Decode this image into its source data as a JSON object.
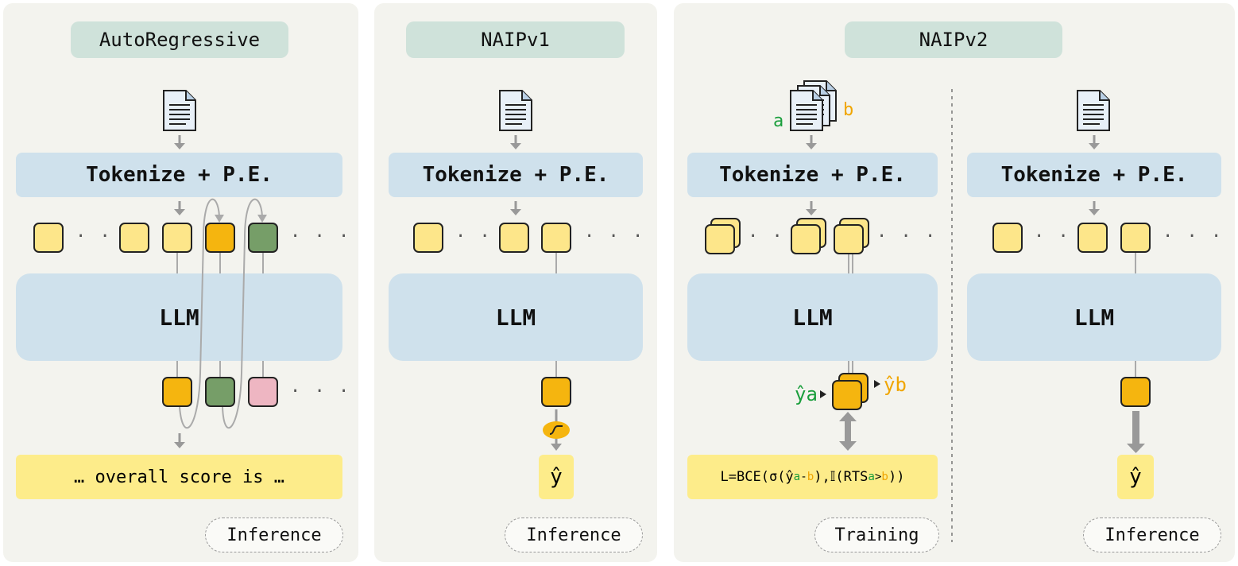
{
  "panels": {
    "autoregressive": {
      "title": "AutoRegressive",
      "tokenize": "Tokenize + P.E.",
      "llm": "LLM",
      "output_text": "… overall score is …",
      "mode": "Inference",
      "dots": "· · ·"
    },
    "naipv1": {
      "title": "NAIPv1",
      "tokenize": "Tokenize + P.E.",
      "llm": "LLM",
      "output": "ŷ",
      "mode": "Inference",
      "dots": "· · ·"
    },
    "naipv2": {
      "title": "NAIPv2",
      "training": {
        "tokenize": "Tokenize + P.E.",
        "llm": "LLM",
        "doc_label_a": "a",
        "doc_label_b": "b",
        "pred_a": "ŷa",
        "pred_b": "ŷb",
        "loss_parts": [
          "L=BCE(σ(ŷ",
          "a",
          "-",
          "b",
          "),𝕀(RTS",
          "a",
          ">",
          "b",
          "))"
        ],
        "mode": "Training",
        "dots": "· · ·"
      },
      "inference": {
        "tokenize": "Tokenize + P.E.",
        "llm": "LLM",
        "output": "ŷ",
        "mode": "Inference",
        "dots": "· · ·"
      }
    }
  },
  "colors": {
    "panel": "#f3f3ee",
    "title_pill": "#cfe2da",
    "bar": "#cfe1ec",
    "token_yellow": "#fde68a",
    "token_orange": "#f5b50f",
    "token_green": "#769e68",
    "token_pink": "#eeb6c2",
    "output_yellow": "#fdec8a",
    "label_a": "#1a9e3c",
    "label_b": "#f0a500"
  },
  "icons": [
    "document-icon",
    "stacked-documents-icon",
    "sigmoid-icon"
  ]
}
